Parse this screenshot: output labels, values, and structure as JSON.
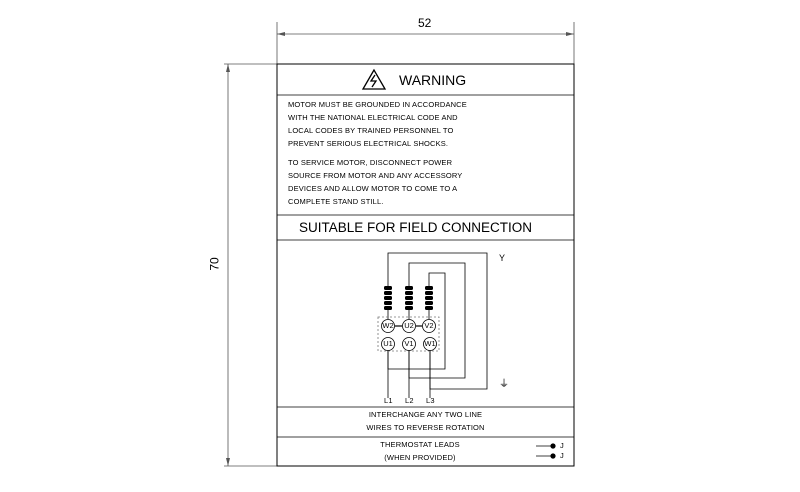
{
  "dimensions": {
    "width": "52",
    "height": "70"
  },
  "warning": {
    "title": "WARNING",
    "para1": [
      "MOTOR MUST BE GROUNDED IN ACCORDANCE",
      "WITH THE NATIONAL ELECTRICAL CODE AND",
      "LOCAL CODES BY TRAINED PERSONNEL TO",
      "PREVENT SERIOUS ELECTRICAL SHOCKS."
    ],
    "para2": [
      "TO SERVICE MOTOR, DISCONNECT POWER",
      "SOURCE FROM MOTOR AND ANY ACCESSORY",
      "DEVICES AND ALLOW MOTOR TO COME TO A",
      "COMPLETE STAND STILL."
    ]
  },
  "field_connection": {
    "title": "SUITABLE FOR FIELD CONNECTION",
    "connection_type": "Y",
    "top_terminals": [
      "W2",
      "U2",
      "V2"
    ],
    "bottom_terminals": [
      "U1",
      "V1",
      "W1"
    ],
    "leads": [
      "L1",
      "L2",
      "L3"
    ],
    "ground_symbol": "⏚"
  },
  "rotation_note": [
    "INTERCHANGE ANY TWO LINE",
    "WIRES TO REVERSE ROTATION"
  ],
  "thermostat": {
    "lines": [
      "THERMOSTAT LEADS",
      "(WHEN PROVIDED)"
    ],
    "lead_labels": [
      "J",
      "J"
    ]
  },
  "colors": {
    "line": "#000000",
    "dim_line": "#555555",
    "dashed": "#777777"
  }
}
